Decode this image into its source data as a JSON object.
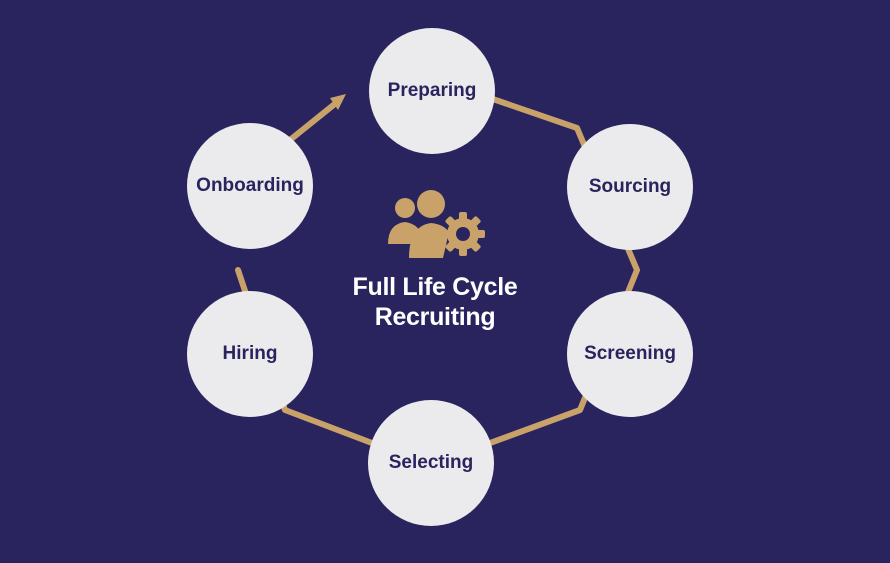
{
  "colors": {
    "background": "#29245e",
    "ring": "#c9a269",
    "node_fill": "#ebebed",
    "node_text": "#29245e",
    "icon": "#c9a269",
    "title_text": "#ffffff"
  },
  "center": {
    "icon": "people-gear-icon",
    "title_line1": "Full Life Cycle",
    "title_line2": "Recruiting"
  },
  "stages": [
    "Preparing",
    "Sourcing",
    "Screening",
    "Selecting",
    "Hiring",
    "Onboarding"
  ],
  "flow": {
    "direction": "clockwise",
    "loop_arrow": "Onboarding → Preparing"
  }
}
